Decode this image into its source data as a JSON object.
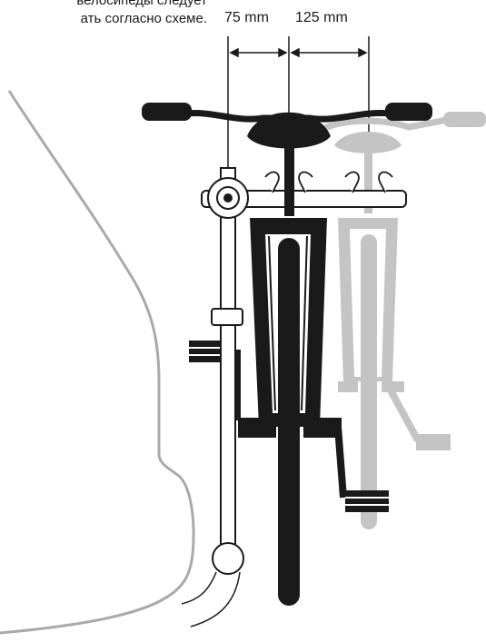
{
  "caption": {
    "line1": "велосипеды следует",
    "line2": "ать согласно схеме."
  },
  "dimensions": {
    "left_gap": "75 mm",
    "right_gap": "125 mm"
  },
  "colors": {
    "foreground_bike": "#1a1a1a",
    "background_bike": "#c4c4c4",
    "car_outline": "#aaaaaa"
  },
  "icons": {
    "left_arrow": "double-arrow-icon",
    "right_arrow": "double-arrow-icon",
    "knob": "rack-clamp-knob-icon"
  }
}
